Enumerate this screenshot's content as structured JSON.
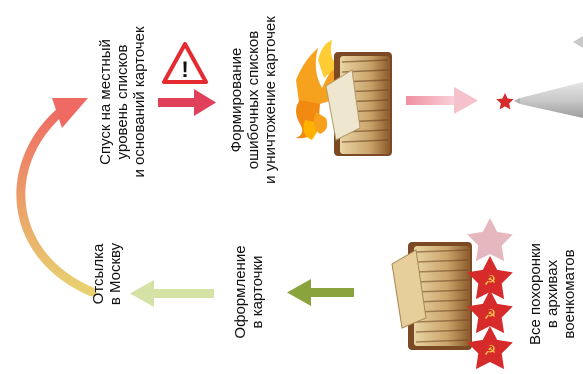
{
  "labels": {
    "lower_level": [
      "Спуск на местный",
      "уровень списков",
      "и оснований карточек"
    ],
    "errors": [
      "Формирование",
      "ошибочных списков",
      "и уничтожение карточек"
    ],
    "moscow": [
      "Отсылка",
      "в Москву"
    ],
    "cards": [
      "Оформление",
      "в карточки"
    ],
    "archives": [
      "Все похоронки",
      "в архивах",
      "военкоматов"
    ]
  },
  "warning_symbol": "!",
  "colors": {
    "arrow_red": "#e0405a",
    "arrow_pink": "#f1a5b2",
    "arrow_olive": "#8aa33c",
    "arrow_lightgreen": "#d4e2a6",
    "curve_start": "#e8d270",
    "curve_end": "#ee6a63",
    "warning_red": "#e32b30",
    "star_red": "#d72a2a",
    "star_pale": "#e5b8bf",
    "obelisk": "#bdbdbd"
  },
  "icons": [
    "warning-triangle-icon",
    "burning-papers-icon",
    "obelisk-icon",
    "paper-stack-icon",
    "soviet-star-icon"
  ]
}
